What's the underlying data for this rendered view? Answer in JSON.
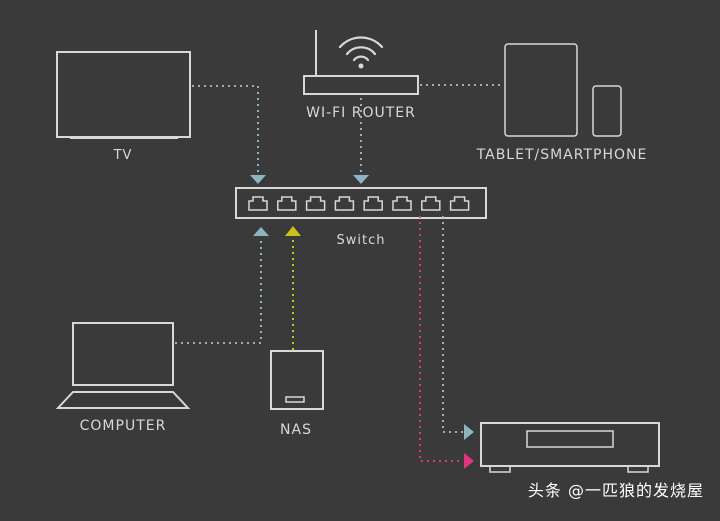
{
  "labels": {
    "tv": "TV",
    "router": "WI-FI ROUTER",
    "tablet": "TABLET/SMARTPHONE",
    "switch": "Switch",
    "computer": "COMPUTER",
    "nas": "NAS"
  },
  "watermark": "头条 @一匹狼的发烧屋",
  "colors": {
    "background": "#3a3a3a",
    "device_outline": "#d8d8d8",
    "link_blue": "#8fb3c4",
    "link_yellow": "#c9c21a",
    "link_pink": "#e0357a"
  },
  "switch_port_count": 8
}
